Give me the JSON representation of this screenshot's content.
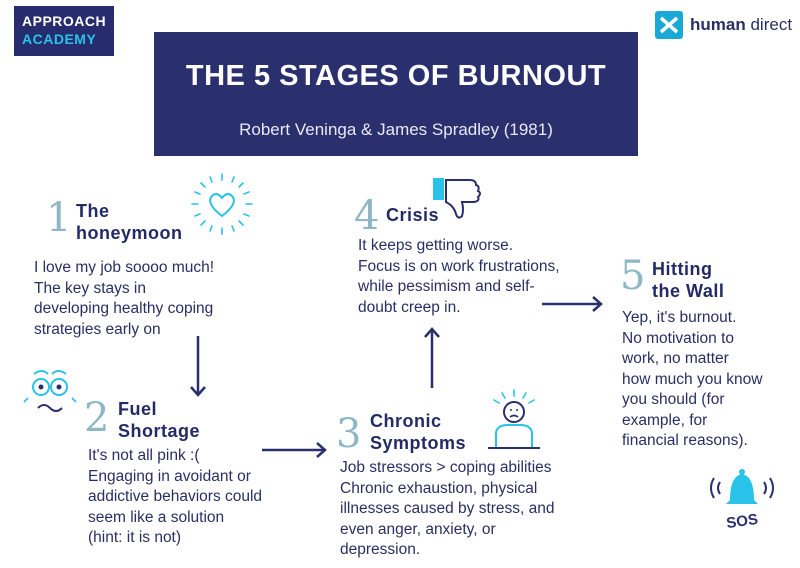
{
  "logo_left": {
    "line1": "APPROACH",
    "line2": "ACADEMY"
  },
  "logo_right": {
    "bold": "human",
    "light": "direct"
  },
  "banner": {
    "title": "THE 5 STAGES OF BURNOUT",
    "subtitle": "Robert Veninga & James Spradley (1981)"
  },
  "stages": [
    {
      "number": "1",
      "title_lines": [
        "The",
        "honeymoon"
      ],
      "description": [
        "I love my job soooo much!",
        "The key stays in",
        "developing healthy coping",
        "strategies early on"
      ],
      "icon": "heart-sparkle-icon"
    },
    {
      "number": "2",
      "title_lines": [
        "Fuel",
        "Shortage"
      ],
      "description": [
        "It's not all pink :(",
        "Engaging in avoidant or",
        "addictive behaviors could",
        "seem like a solution",
        "(hint: it is not)"
      ],
      "icon": "worried-face-icon"
    },
    {
      "number": "3",
      "title_lines": [
        "Chronic",
        "Symptoms"
      ],
      "description": [
        "Job stressors > coping abilities",
        "Chronic exhaustion, physical",
        "illnesses caused by stress, and",
        "even anger, anxiety, or",
        "depression."
      ],
      "icon": "stressed-person-icon"
    },
    {
      "number": "4",
      "title_lines": [
        "Crisis"
      ],
      "description": [
        "It keeps getting worse.",
        "Focus is on work frustrations,",
        "while pessimism and self-",
        "doubt creep in."
      ],
      "icon": "thumbs-down-icon"
    },
    {
      "number": "5",
      "title_lines": [
        "Hitting",
        "the Wall"
      ],
      "description": [
        "Yep, it's burnout.",
        "No motivation to",
        "work, no matter",
        "how much you know",
        "you should (for",
        "example, for",
        "financial reasons)."
      ],
      "icon": "sos-bell-icon"
    }
  ],
  "sos_label": "SOS",
  "colors": {
    "navy": "#2a2f6e",
    "number": "#8eb7c5",
    "accent": "#29c2e8"
  }
}
